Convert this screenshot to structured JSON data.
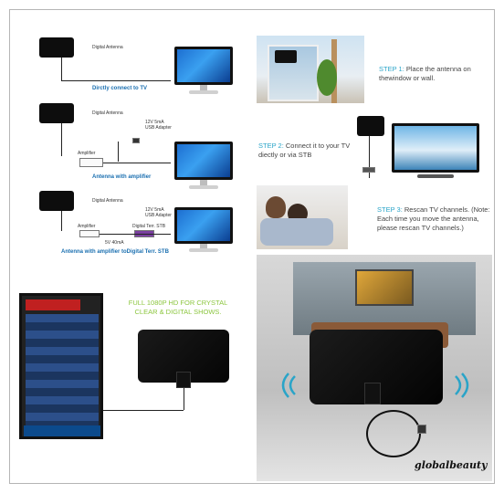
{
  "diagram": {
    "row1": {
      "label": "Digital Antenna",
      "caption": "Dirctly connect to TV"
    },
    "row2": {
      "label": "Digital Antenna",
      "adapter": "12V 5mA\nUSB Adapter",
      "amplifier": "Amplifier",
      "caption": "Antenna with amplifier"
    },
    "row3": {
      "label": "Digital Antenna",
      "adapter": "12V 5mA\nUSB Adapter",
      "amplifier": "Amplifier",
      "stb": "Digital Terr. STB",
      "power": "5V 40mA",
      "caption": "Antenna with amplifier toDigital Terr. STB"
    }
  },
  "steps": {
    "step1": {
      "prefix": "STEP 1:",
      "text": " Place the antenna on thewindow or wall."
    },
    "step2": {
      "prefix": "STEP 2:",
      "text": " Connect it to your TV diectly or via STB"
    },
    "step3": {
      "prefix": "STEP 3:",
      "text": " Rescan TV channels. (Note: Each time you move the antenna, please rescan TV channels.)"
    }
  },
  "promo": {
    "headline": "FULL 1080P HD FOR CRYSTAL CLEAR & DIGITAL SHOWS."
  },
  "watermark": "globalbeauty",
  "colors": {
    "caption": "#1a6fb0",
    "step_prefix": "#2aa4c8",
    "promo_green": "#8cc63f",
    "signal": "#2aa4c8"
  }
}
